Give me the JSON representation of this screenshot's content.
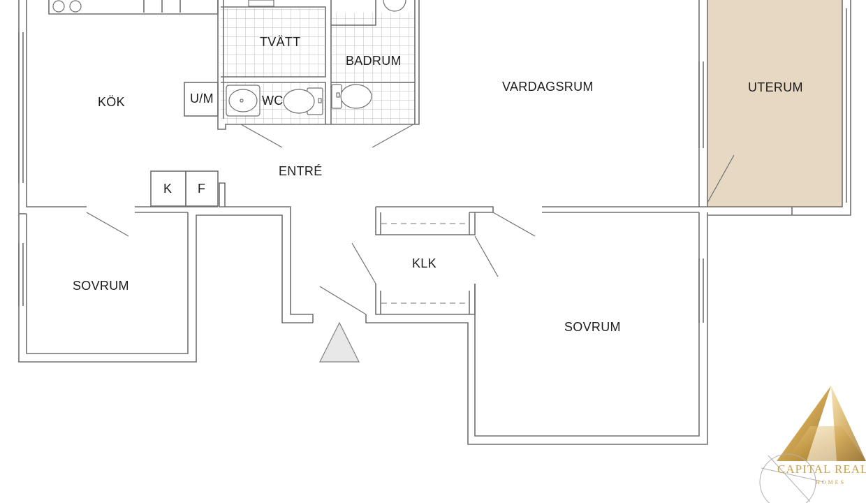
{
  "plan": {
    "rooms": [
      {
        "key": "tvatt",
        "label": "TVÄTT"
      },
      {
        "key": "badrum",
        "label": "BADRUM"
      },
      {
        "key": "vardagsrum",
        "label": "VARDAGSRUM"
      },
      {
        "key": "uterum",
        "label": "UTERUM"
      },
      {
        "key": "kok",
        "label": "KÖK"
      },
      {
        "key": "um",
        "label": "U/M"
      },
      {
        "key": "wc",
        "label": "WC"
      },
      {
        "key": "entre",
        "label": "ENTRÉ"
      },
      {
        "key": "k",
        "label": "K"
      },
      {
        "key": "f",
        "label": "F"
      },
      {
        "key": "klk",
        "label": "KLK"
      },
      {
        "key": "sovrum_left",
        "label": "SOVRUM"
      },
      {
        "key": "sovrum_right",
        "label": "SOVRUM"
      }
    ],
    "colors": {
      "wall": "#707070",
      "tile": "#cfcfcf",
      "uterum_fill": "#e6d8c2",
      "entrance_marker": "#e8e8e8",
      "logo_gold": "#c9a14a"
    }
  },
  "logo": {
    "name": "CAPITAL REALTI",
    "sub": "HOMES"
  }
}
